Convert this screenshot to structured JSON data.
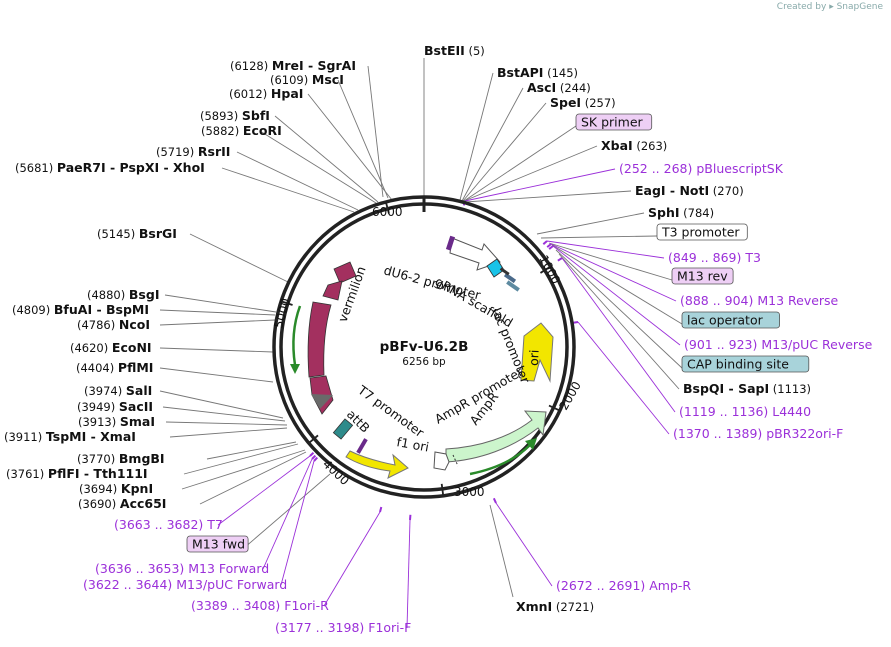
{
  "credit": {
    "prefix": "Created by",
    "brand": "SnapGene"
  },
  "plasmid": {
    "name": "pBFv-U6.2B",
    "length_label": "6256 bp",
    "length": 6256
  },
  "ticks": [
    "1000",
    "2000",
    "3000",
    "4000",
    "5000",
    "6000"
  ],
  "features": [
    {
      "name": "dU6-2 promoter"
    },
    {
      "name": "gRNA scaffold"
    },
    {
      "name": "lac promoter"
    },
    {
      "name": "ori"
    },
    {
      "name": "AmpR promoter"
    },
    {
      "name": "AmpR"
    },
    {
      "name": "f1 ori"
    },
    {
      "name": "T7 promoter"
    },
    {
      "name": "attB"
    },
    {
      "name": "vermilion"
    }
  ],
  "labels": [
    {
      "kind": "site",
      "pos": "(6128)",
      "name": "MreI",
      "name2": "SgrAI"
    },
    {
      "kind": "site",
      "pos": "(6109)",
      "name": "MscI"
    },
    {
      "kind": "site",
      "pos": "(6012)",
      "name": "HpaI"
    },
    {
      "kind": "site",
      "pos": "(5893)",
      "name": "SbfI"
    },
    {
      "kind": "site",
      "pos": "(5882)",
      "name": "EcoRI"
    },
    {
      "kind": "site",
      "pos": "(5719)",
      "name": "RsrII"
    },
    {
      "kind": "site",
      "pos": "(5681)",
      "name": "PaeR7I",
      "name2": "PspXI",
      "name3": "XhoI"
    },
    {
      "kind": "site",
      "pos": "(5145)",
      "name": "BsrGI"
    },
    {
      "kind": "site",
      "pos": "(4880)",
      "name": "BsgI"
    },
    {
      "kind": "site",
      "pos": "(4809)",
      "name": "BfuAI",
      "name2": "BspMI"
    },
    {
      "kind": "site",
      "pos": "(4786)",
      "name": "NcoI"
    },
    {
      "kind": "site",
      "pos": "(4620)",
      "name": "EcoNI"
    },
    {
      "kind": "site",
      "pos": "(4404)",
      "name": "PflMI"
    },
    {
      "kind": "site",
      "pos": "(3974)",
      "name": "SalI"
    },
    {
      "kind": "site",
      "pos": "(3949)",
      "name": "SacII"
    },
    {
      "kind": "site",
      "pos": "(3913)",
      "name": "SmaI"
    },
    {
      "kind": "site",
      "pos": "(3911)",
      "name": "TspMI",
      "name2": "XmaI"
    },
    {
      "kind": "site",
      "pos": "(3770)",
      "name": "BmgBI"
    },
    {
      "kind": "site",
      "pos": "(3761)",
      "name": "PflFI",
      "name2": "Tth111I"
    },
    {
      "kind": "site",
      "pos": "(3694)",
      "name": "KpnI"
    },
    {
      "kind": "site",
      "pos": "(3690)",
      "name": "Acc65I"
    },
    {
      "kind": "primer",
      "pos": "(3663 .. 3682)",
      "name": "T7"
    },
    {
      "kind": "boxp",
      "name": "M13 fwd"
    },
    {
      "kind": "primer",
      "pos": "(3636 .. 3653)",
      "name": "M13 Forward"
    },
    {
      "kind": "primer",
      "pos": "(3622 .. 3644)",
      "name": "M13/pUC Forward"
    },
    {
      "kind": "primer",
      "pos": "(3389 .. 3408)",
      "name": "F1ori-R"
    },
    {
      "kind": "primer",
      "pos": "(3177 .. 3198)",
      "name": "F1ori-F"
    },
    {
      "kind": "site",
      "pos": "(5)",
      "name": "BstEII"
    },
    {
      "kind": "site",
      "pos": "(145)",
      "name": "BstAPI"
    },
    {
      "kind": "site",
      "pos": "(244)",
      "name": "AscI"
    },
    {
      "kind": "site",
      "pos": "(257)",
      "name": "SpeI"
    },
    {
      "kind": "boxp",
      "name": "SK primer"
    },
    {
      "kind": "site",
      "pos": "(263)",
      "name": "XbaI"
    },
    {
      "kind": "primer",
      "pos": "(252 .. 268)",
      "name": "pBluescriptSK"
    },
    {
      "kind": "site",
      "pos": "(270)",
      "name": "EagI",
      "name2": "NotI"
    },
    {
      "kind": "site",
      "pos": "(784)",
      "name": "SphI"
    },
    {
      "kind": "boxw",
      "name": "T3 promoter"
    },
    {
      "kind": "primer",
      "pos": "(849 .. 869)",
      "name": "T3"
    },
    {
      "kind": "boxp",
      "name": "M13 rev"
    },
    {
      "kind": "primer",
      "pos": "(888 .. 904)",
      "name": "M13 Reverse"
    },
    {
      "kind": "boxb",
      "name": "lac operator"
    },
    {
      "kind": "primer",
      "pos": "(901 .. 923)",
      "name": "M13/pUC Reverse"
    },
    {
      "kind": "boxb",
      "name": "CAP binding site"
    },
    {
      "kind": "site",
      "pos": "(1113)",
      "name": "BspQI",
      "name2": "SapI"
    },
    {
      "kind": "primer",
      "pos": "(1119 .. 1136)",
      "name": "L4440"
    },
    {
      "kind": "primer",
      "pos": "(1370 .. 1389)",
      "name": "pBR322ori-F"
    },
    {
      "kind": "primer",
      "pos": "(2672 .. 2691)",
      "name": "Amp-R"
    },
    {
      "kind": "site",
      "pos": "(2721)",
      "name": "XmnI"
    }
  ],
  "colors": {
    "primer": "#9b30d9",
    "vermilion": "#a3305f",
    "ori": "#f2e600",
    "amp": "#ccf5cc",
    "gRNA": "#19c3e8",
    "attB": "#2e8b8b",
    "boxp_fill": "#eecff5",
    "boxb_fill": "#a8d3da"
  }
}
